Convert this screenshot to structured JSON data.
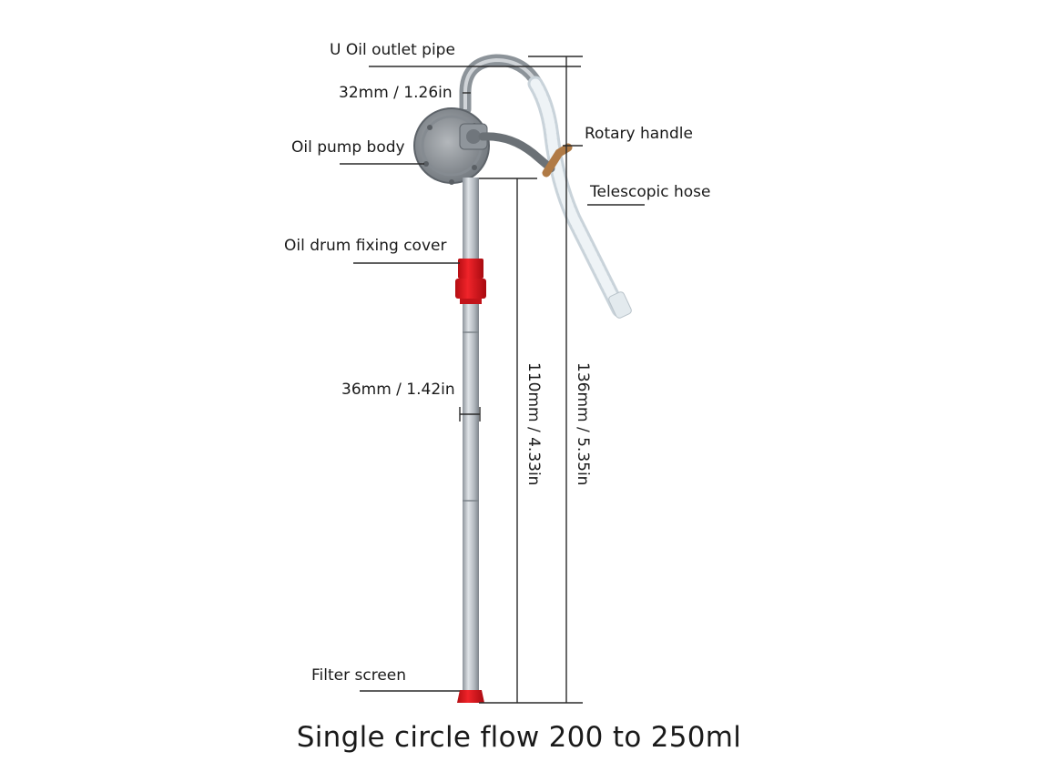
{
  "labels": {
    "outlet_pipe": "U Oil outlet pipe",
    "outlet_diameter": "32mm / 1.26in",
    "pump_body": "Oil pump body",
    "rotary_handle": "Rotary handle",
    "telescopic_hose": "Telescopic hose",
    "drum_cover": "Oil drum fixing cover",
    "tube_diameter": "36mm / 1.42in",
    "filter_screen": "Filter screen"
  },
  "dimensions": {
    "tube_length": "110mm / 4.33in",
    "total_height": "136mm / 5.35in"
  },
  "caption": "Single circle flow 200 to 250ml",
  "colors": {
    "red_parts": "#e0141b",
    "tube_gray": "#b9bec4",
    "hose_light": "#dfe7ec",
    "handle_brown": "#b07a45",
    "line": "#2a2a2a"
  }
}
